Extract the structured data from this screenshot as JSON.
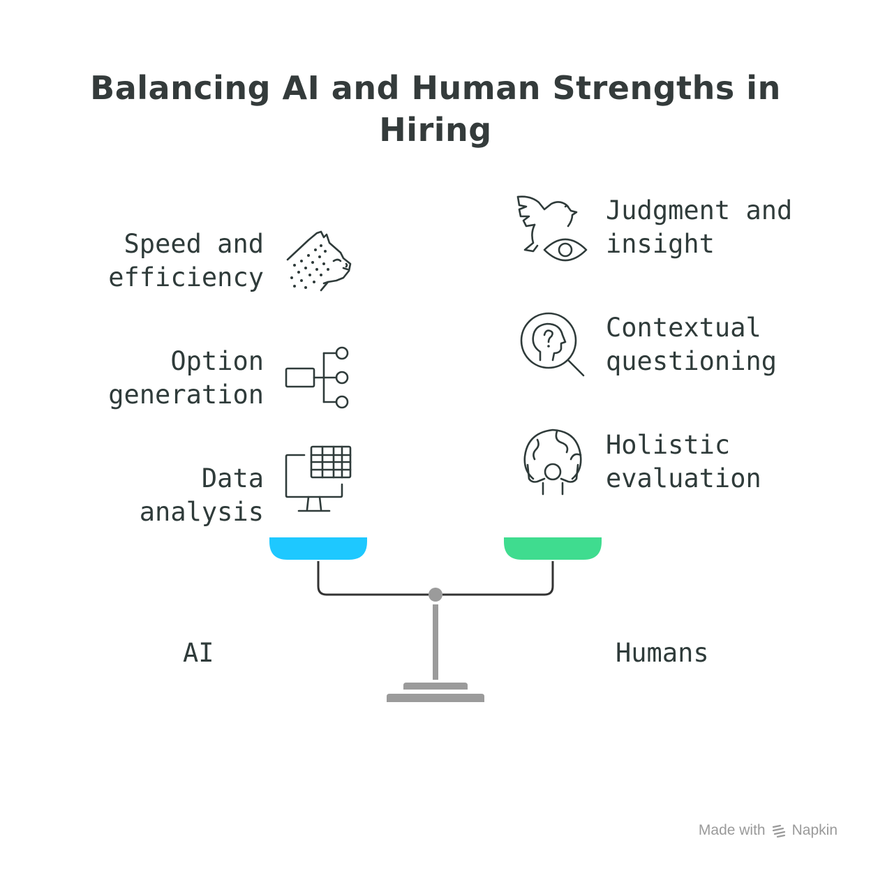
{
  "title": "Balancing AI and Human Strengths in Hiring",
  "ai": {
    "label": "AI",
    "color": "#1ec8ff",
    "items": [
      {
        "line1": "Speed and",
        "line2": "efficiency",
        "icon": "cheetah-icon"
      },
      {
        "line1": "Option",
        "line2": "generation",
        "icon": "option-tree-icon"
      },
      {
        "line1": "Data analysis",
        "line2": "",
        "icon": "computer-spreadsheet-icon"
      }
    ]
  },
  "humans": {
    "label": "Humans",
    "color": "#3fdc8f",
    "items": [
      {
        "line1": "Judgment and",
        "line2": "insight",
        "icon": "bird-eye-icon"
      },
      {
        "line1": "Contextual",
        "line2": "questioning",
        "icon": "head-question-magnifier-icon"
      },
      {
        "line1": "Holistic",
        "line2": "evaluation",
        "icon": "globe-person-icon"
      }
    ]
  },
  "footer": {
    "made_with": "Made with",
    "brand": "Napkin"
  }
}
